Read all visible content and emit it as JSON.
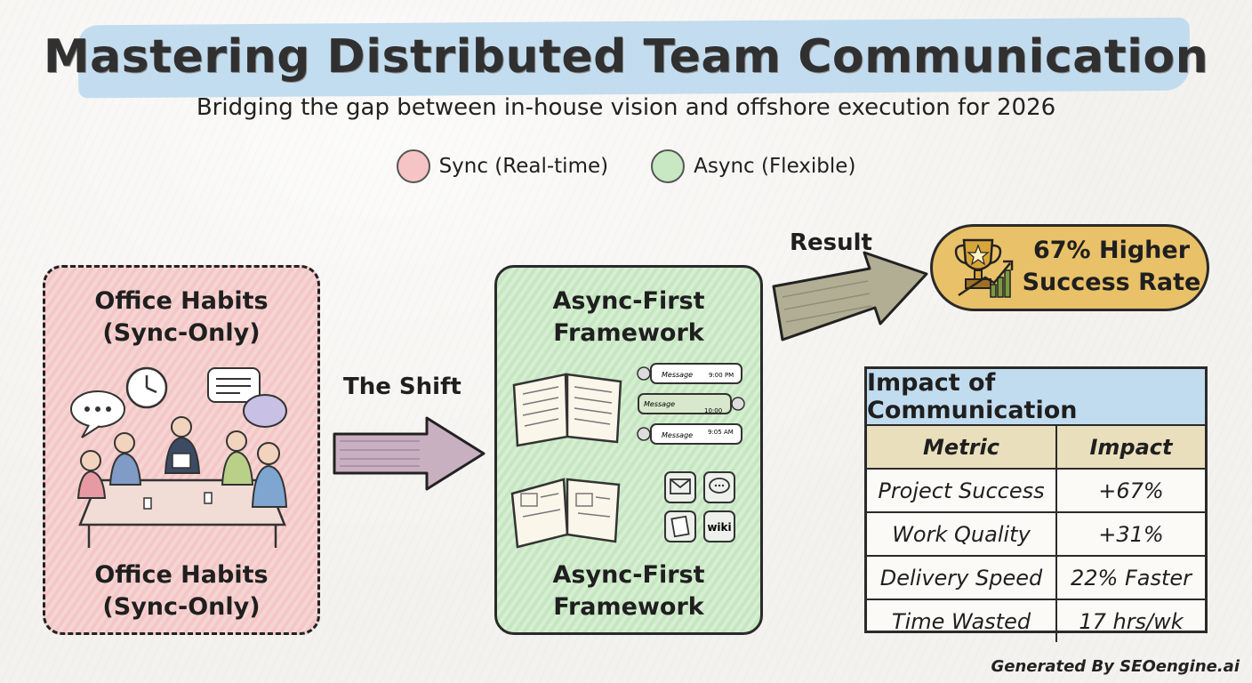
{
  "header": {
    "title": "Mastering Distributed Team Communication",
    "subtitle": "Bridging the gap between in-house vision and offshore execution for 2026"
  },
  "legend": {
    "sync": {
      "label": "Sync (Real-time)",
      "color": "#f6c4c4"
    },
    "async": {
      "label": "Async (Flexible)",
      "color": "#c8e8c4"
    }
  },
  "office_box": {
    "top_line1": "Office Habits",
    "top_line2": "(Sync-Only)",
    "bottom_line1": "Office Habits",
    "bottom_line2": "(Sync-Only)"
  },
  "shift_arrow": {
    "label": "The Shift"
  },
  "async_box": {
    "top_line1": "Async-First",
    "top_line2": "Framework",
    "bottom_line1": "Async-First",
    "bottom_line2": "Framework",
    "message_labels": [
      "Message",
      "Message",
      "Message"
    ],
    "message_times": [
      "9:00 PM",
      "10:00",
      "9:05 AM"
    ],
    "wiki_label": "wiki"
  },
  "result_arrow": {
    "label": "Result"
  },
  "result": {
    "line1": "67% Higher",
    "line2": "Success Rate"
  },
  "impact_table": {
    "title": "Impact of Communication",
    "headers": [
      "Metric",
      "Impact"
    ],
    "rows": [
      [
        "Project Success",
        "+67%"
      ],
      [
        "Work Quality",
        "+31%"
      ],
      [
        "Delivery Speed",
        "22% Faster"
      ],
      [
        "Time Wasted",
        "17 hrs/wk"
      ]
    ]
  },
  "footer": "Generated By SEOengine.ai"
}
